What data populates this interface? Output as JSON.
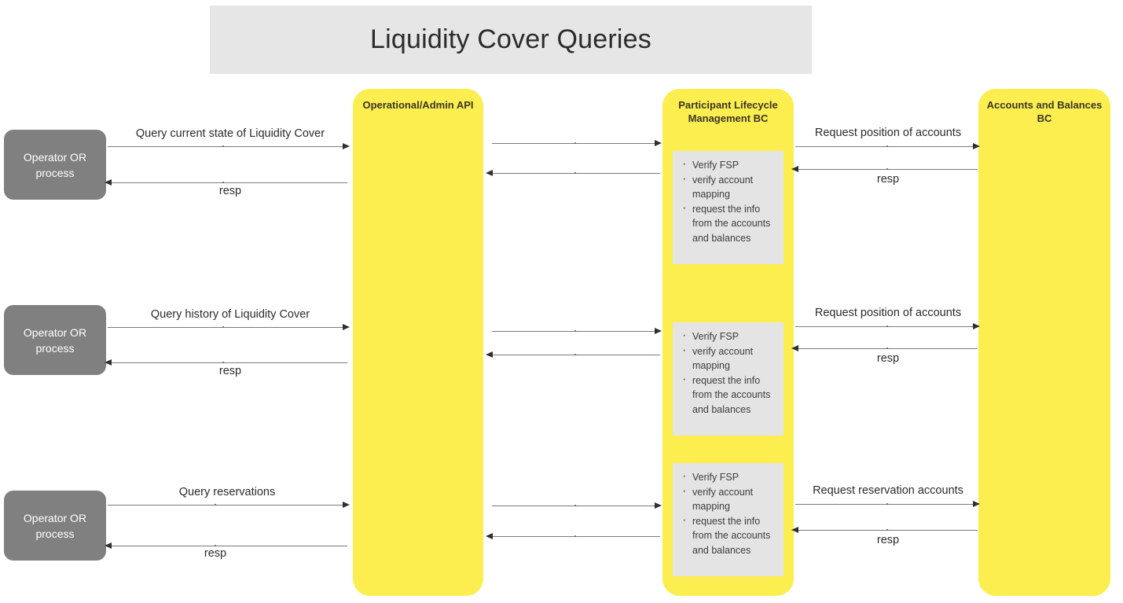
{
  "title": "Liquidity Cover Queries",
  "lifelines": [
    {
      "id": "operational-admin-api",
      "label": "Operational/Admin API"
    },
    {
      "id": "participant-lifecycle-management-bc",
      "label": "Participant Lifecycle Management BC"
    },
    {
      "id": "accounts-and-balances-bc",
      "label": "Accounts and Balances BC"
    }
  ],
  "actors": [
    {
      "id": "actor-1",
      "label": "Operator OR process"
    },
    {
      "id": "actor-2",
      "label": "Operator OR process"
    },
    {
      "id": "actor-3",
      "label": "Operator OR process"
    }
  ],
  "notes": [
    {
      "id": "note-1",
      "bullets": [
        "Verify FSP",
        "verify account mapping",
        "request the info from the accounts and balances"
      ]
    },
    {
      "id": "note-2",
      "bullets": [
        "Verify FSP",
        "verify account mapping",
        "request the info from the accounts and balances"
      ]
    },
    {
      "id": "note-3",
      "bullets": [
        "Verify FSP",
        "verify account mapping",
        "request the info from the accounts and balances"
      ]
    }
  ],
  "messages": {
    "group1": {
      "left_request": "Query current state of Liquidity Cover",
      "left_response": "resp",
      "right_request": "Request position of accounts",
      "right_response": "resp"
    },
    "group2": {
      "left_request": "Query history of Liquidity Cover",
      "left_response": "resp",
      "right_request": "Request position of accounts",
      "right_response": "resp"
    },
    "group3": {
      "left_request": "Query reservations",
      "left_response": "resp",
      "right_request": "Request reservation accounts",
      "right_response": "resp"
    }
  },
  "colors": {
    "lifeline": "#fcee4f",
    "actor": "#808080",
    "note": "#e4e4e4",
    "banner": "#e6e6e6",
    "arrow": "#7a7a7a"
  }
}
